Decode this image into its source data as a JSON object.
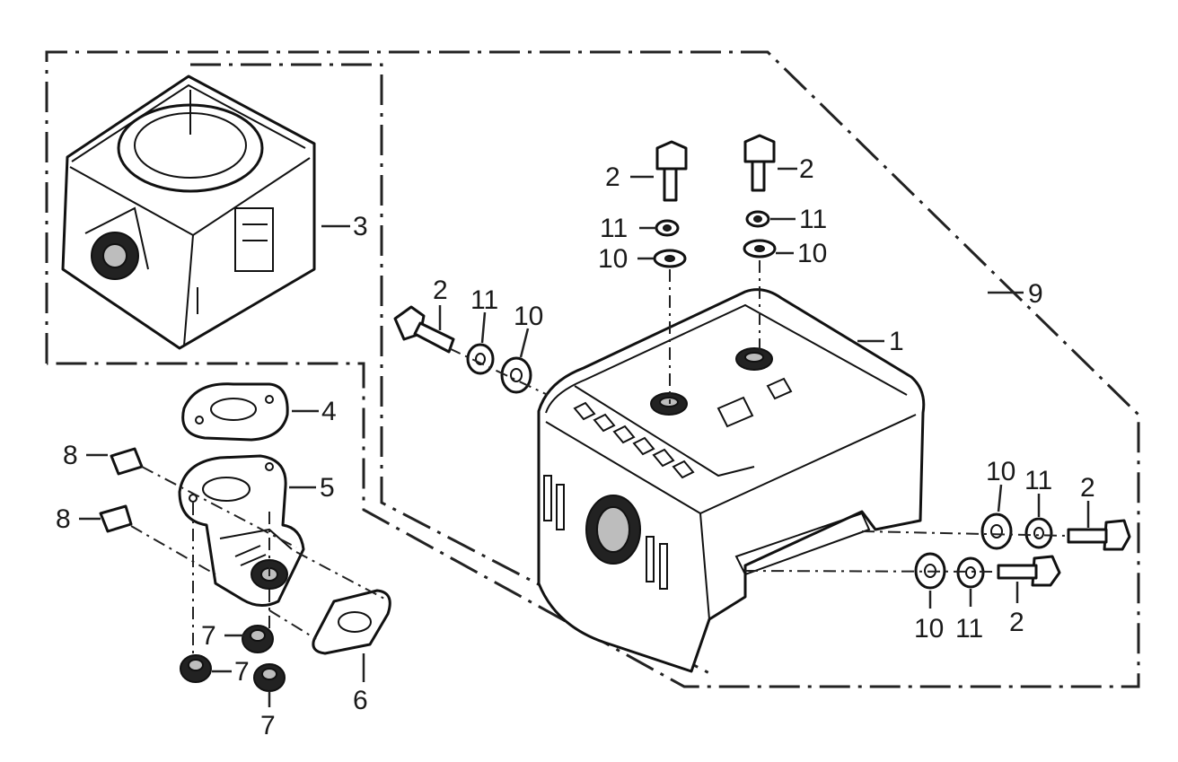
{
  "callouts": [
    {
      "id": "c1",
      "text": "1"
    },
    {
      "id": "c2a",
      "text": "2"
    },
    {
      "id": "c2b",
      "text": "2"
    },
    {
      "id": "c2c",
      "text": "2"
    },
    {
      "id": "c2d",
      "text": "2"
    },
    {
      "id": "c2e",
      "text": "2"
    },
    {
      "id": "c3",
      "text": "3"
    },
    {
      "id": "c4",
      "text": "4"
    },
    {
      "id": "c5",
      "text": "5"
    },
    {
      "id": "c6",
      "text": "6"
    },
    {
      "id": "c7a",
      "text": "7"
    },
    {
      "id": "c7b",
      "text": "7"
    },
    {
      "id": "c7c",
      "text": "7"
    },
    {
      "id": "c8a",
      "text": "8"
    },
    {
      "id": "c8b",
      "text": "8"
    },
    {
      "id": "c9",
      "text": "9"
    },
    {
      "id": "c10a",
      "text": "10"
    },
    {
      "id": "c10b",
      "text": "10"
    },
    {
      "id": "c10c",
      "text": "10"
    },
    {
      "id": "c10d",
      "text": "10"
    },
    {
      "id": "c10e",
      "text": "10"
    },
    {
      "id": "c11a",
      "text": "11"
    },
    {
      "id": "c11b",
      "text": "11"
    },
    {
      "id": "c11c",
      "text": "11"
    },
    {
      "id": "c11d",
      "text": "11"
    },
    {
      "id": "c11e",
      "text": "11"
    }
  ],
  "colors": {
    "line": "#111111",
    "background": "#ffffff"
  }
}
